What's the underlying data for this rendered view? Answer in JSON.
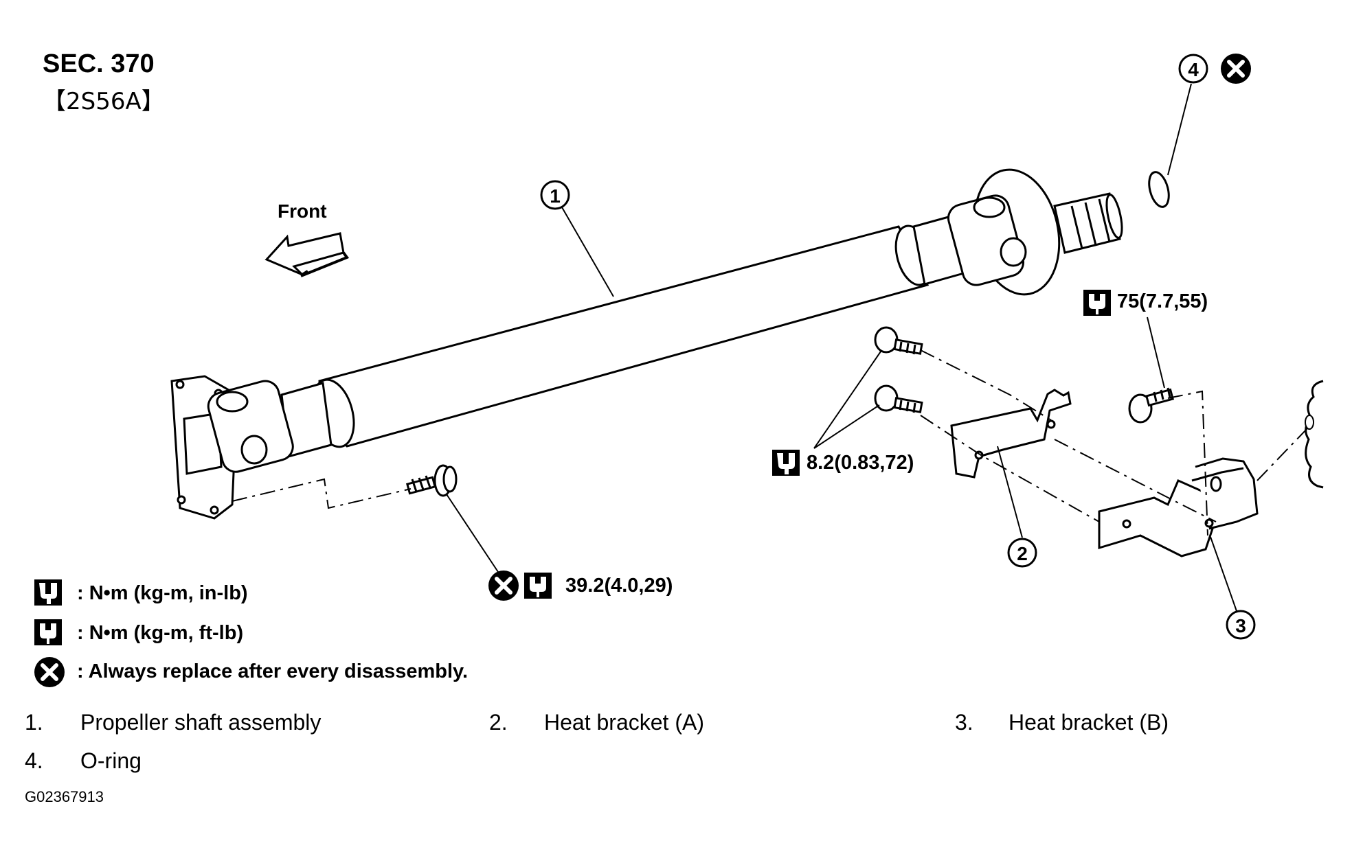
{
  "header": {
    "section": "SEC. 370",
    "model_code": "【2S56A】"
  },
  "labels": {
    "front": "Front",
    "torque_rear": "75(7.7,55)",
    "torque_brackets": "8.2(0.83,72)",
    "torque_front": "39.2(4.0,29)"
  },
  "callouts": [
    "1",
    "2",
    "3",
    "4"
  ],
  "legend": [
    {
      "icon": "torque-wrench-filled-icon",
      "text": ": N•m (kg-m, in-lb)"
    },
    {
      "icon": "torque-wrench-outline-icon",
      "text": ": N•m (kg-m, ft-lb)"
    },
    {
      "icon": "replace-x-icon",
      "text": ": Always replace after every disassembly."
    }
  ],
  "parts": [
    {
      "num": "1.",
      "name": "Propeller shaft assembly"
    },
    {
      "num": "2.",
      "name": "Heat bracket (A)"
    },
    {
      "num": "3.",
      "name": "Heat bracket (B)"
    },
    {
      "num": "4.",
      "name": "O-ring"
    }
  ],
  "figure_id": "G02367913"
}
